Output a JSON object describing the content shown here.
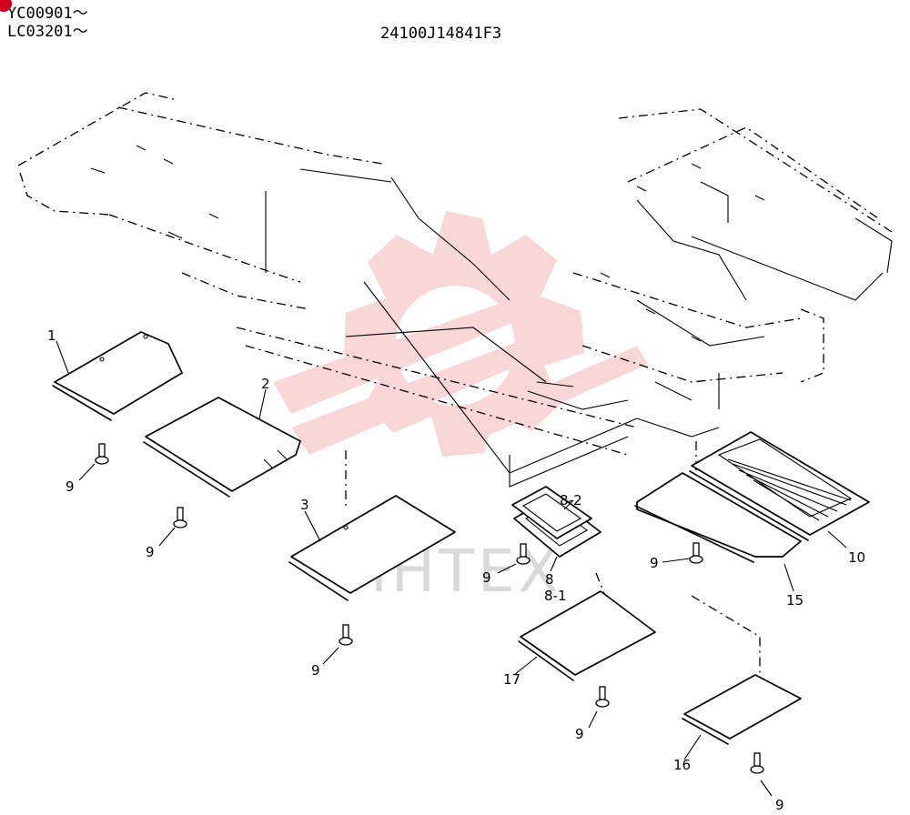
{
  "header": {
    "serial_1": "YC00901～",
    "serial_2": "LC03201～",
    "drawing_number": "24100J14841F3"
  },
  "callouts": {
    "p1": "1",
    "p2": "2",
    "p3": "3",
    "p8": "8",
    "p8_1": "8-1",
    "p8_2": "8-2",
    "p9": "9",
    "p10": "10",
    "p15": "15",
    "p16": "16",
    "p17": "17"
  },
  "watermark": {
    "text": "ИНТЕХ",
    "color": "#f6b8b8"
  },
  "colors": {
    "ink": "#000000",
    "background": "#ffffff",
    "corner_marker": "#d0021b"
  }
}
